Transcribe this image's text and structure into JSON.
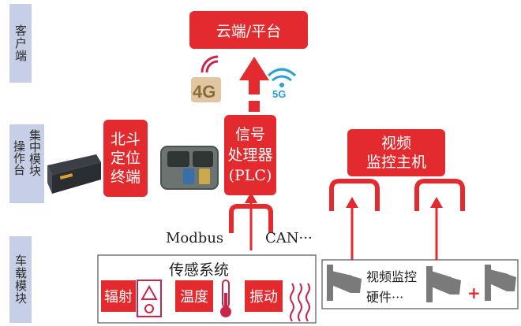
{
  "left_labels": {
    "client": "客户端",
    "control_line1": "集中模块",
    "control_line2": "操作台",
    "vehicle": "车载模块"
  },
  "nodes": {
    "cloud": "云端/平台",
    "beidou": "北斗定位终端",
    "plc_line1": "信号",
    "plc_line2": "处理器",
    "plc_line3": "(PLC)",
    "video_host_line1": "视频",
    "video_host_line2": "监控主机"
  },
  "network": {
    "g4": "4G",
    "g5": "5G"
  },
  "protocols": {
    "modbus": "Modbus",
    "can": "CAN···"
  },
  "sensor_system": {
    "title": "传感系统",
    "items": [
      "辐射",
      "温度",
      "振动"
    ]
  },
  "video_hardware": {
    "line1": "视频监控",
    "line2": "硬件···",
    "plus": "+"
  },
  "colors": {
    "accent_red": "#e22a2f",
    "side_bg": "#c7cfe6"
  },
  "icons": [
    "radiation-icon",
    "thermometer-icon",
    "vibration-icon",
    "camera-icon",
    "wifi-icon",
    "signal-icon"
  ]
}
